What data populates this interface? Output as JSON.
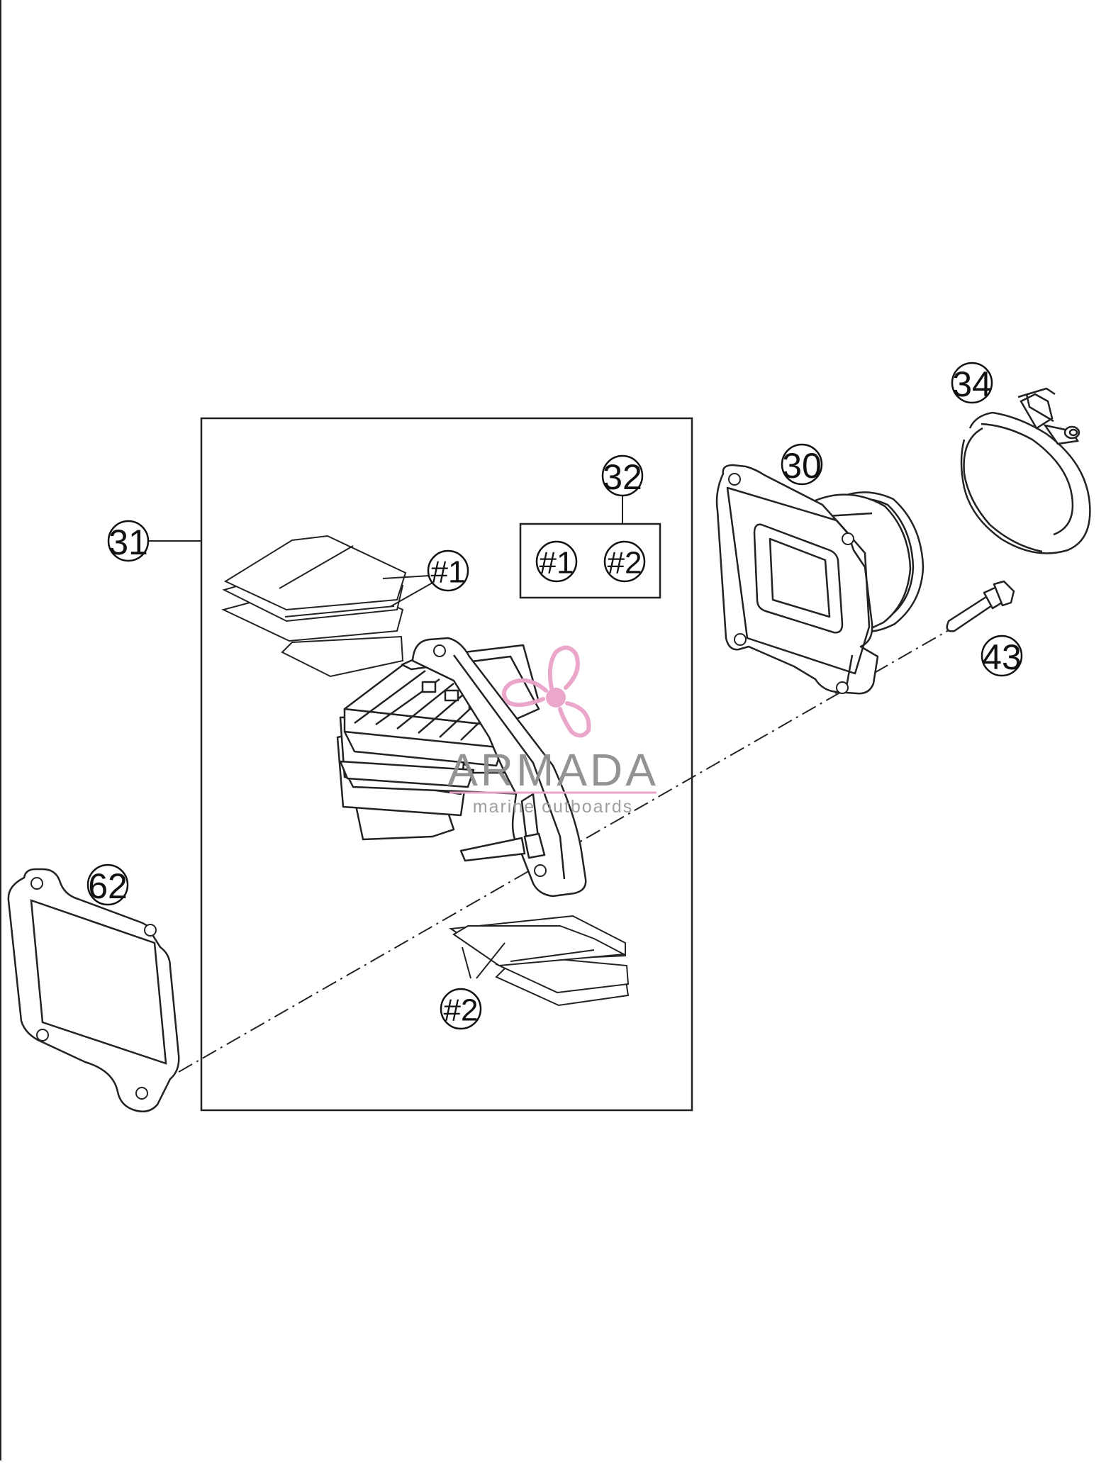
{
  "diagram": {
    "callouts": {
      "c31": "31",
      "c32": "32",
      "c30": "30",
      "c34": "34",
      "c43": "43",
      "c62": "62",
      "h1_top": "#1",
      "h1_box": "#1",
      "h2_box": "#2",
      "h2_bottom": "#2"
    },
    "watermark": {
      "title": "ARMADA",
      "subtitle": "marine outboards",
      "accent_color": "#e9a3c9"
    }
  }
}
